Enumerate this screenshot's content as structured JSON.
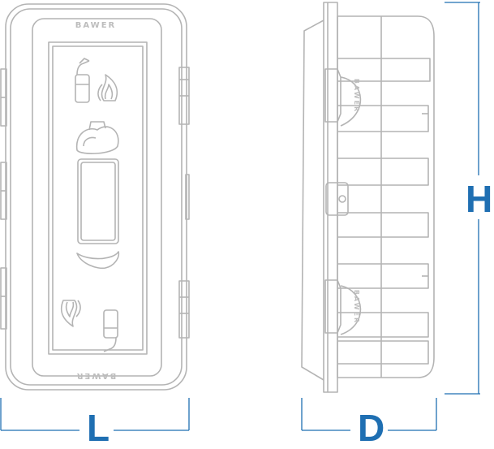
{
  "brand": {
    "front_top": "BAWER",
    "front_bottom": "BAWER",
    "side_upper": "BAWER",
    "side_lower": "BAWER"
  },
  "dimensions": {
    "width_label": "L",
    "depth_label": "D",
    "height_label": "H"
  },
  "colors": {
    "dimension": "#1f6fb2",
    "outline": "#b4b4b4"
  },
  "icons": [
    "fire-extinguisher-icon",
    "flame-icon",
    "extinguisher-silhouette-icon"
  ]
}
